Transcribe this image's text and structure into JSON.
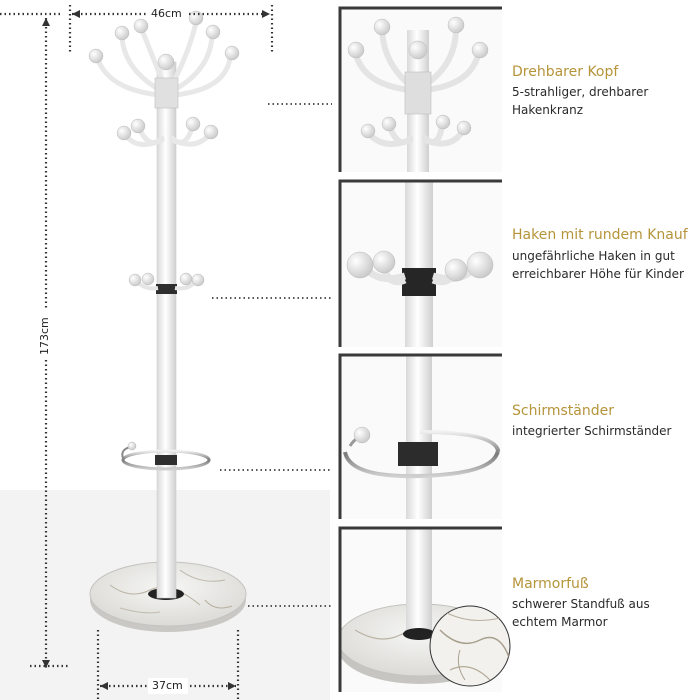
{
  "dimensions": {
    "top_width": "46cm",
    "height": "173cm",
    "base_width": "37cm"
  },
  "features": [
    {
      "title": "Drehbarer Kopf",
      "desc_lines": [
        "5-strahliger, drehbarer",
        "Hakenkranz"
      ]
    },
    {
      "title": "Haken mit rundem Knauf",
      "desc_lines": [
        "ungefährliche Haken in gut",
        "erreichbarer Höhe für Kinder"
      ]
    },
    {
      "title": "Schirmständer",
      "desc_lines": [
        "integrierter Schirmständer"
      ]
    },
    {
      "title": "Marmorfuß",
      "desc_lines": [
        "schwerer Standfuß aus",
        "echtem Marmor"
      ]
    }
  ],
  "colors": {
    "accent": "#b5943a",
    "pole": "#f4f4f4",
    "frame": "#3a3a3a",
    "marble": "#ececea"
  }
}
